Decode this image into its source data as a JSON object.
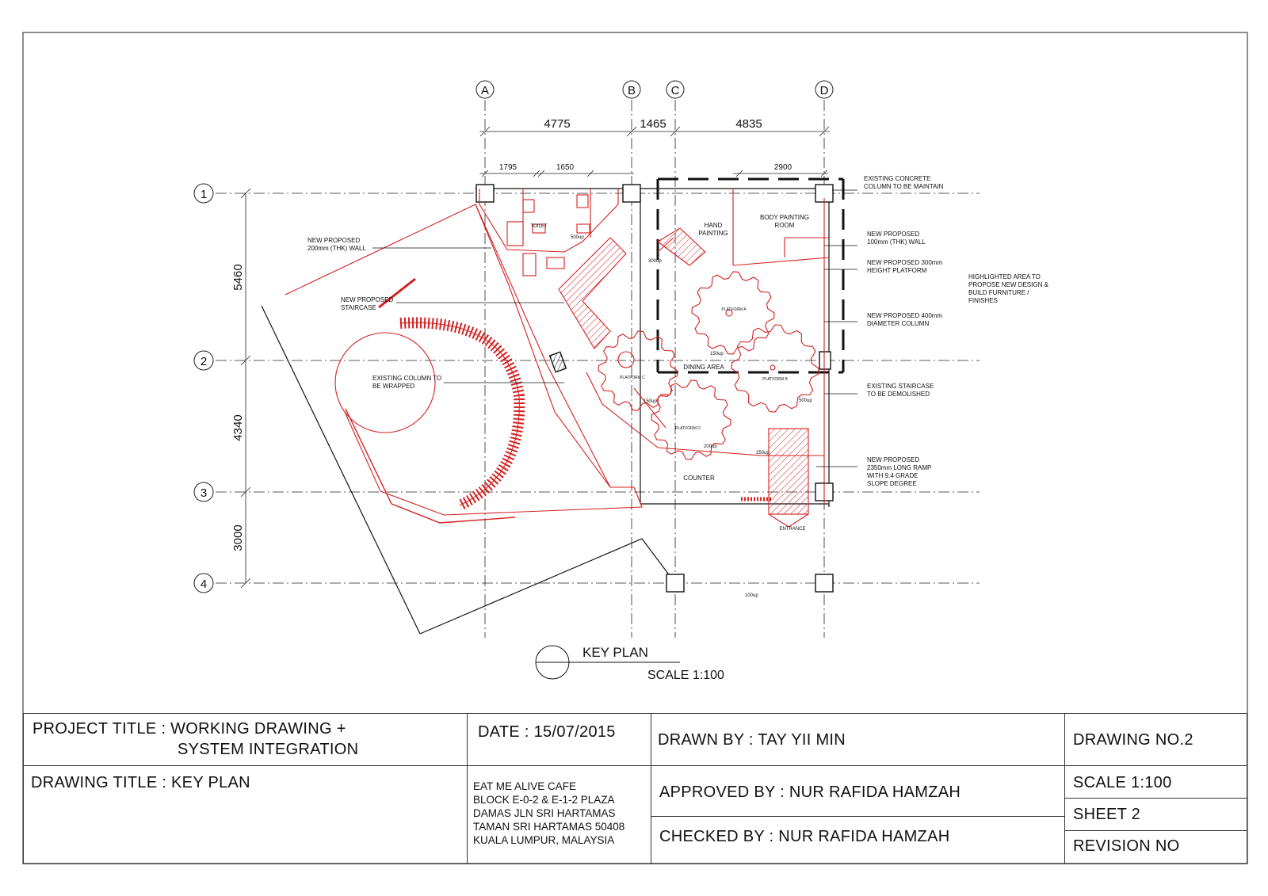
{
  "grid": {
    "columns": [
      "A",
      "B",
      "C",
      "D"
    ],
    "rows": [
      "1",
      "2",
      "3",
      "4"
    ],
    "top_dims": [
      "4775",
      "1465",
      "4835"
    ],
    "sub_dims": [
      "1795",
      "1650",
      "2900"
    ],
    "left_dims": [
      "5460",
      "4340",
      "3000"
    ]
  },
  "rooms": {
    "hand_painting": [
      "HAND",
      "PAINTING"
    ],
    "body_painting": [
      "BODY PAINTING",
      "ROOM"
    ],
    "dining_area": "DINING AREA",
    "counter": "COUNTER",
    "entrance": "ENTRANCE",
    "toilet": "TOILET",
    "platform_a": "PLATFORM A",
    "platform_b": "PLATFORM B",
    "platform_c": "PLATFORM C",
    "platform_d": "PLATFORM D"
  },
  "levels": [
    "500up",
    "300up",
    "150up",
    "500up",
    "150up",
    "200up",
    "250up",
    "100up"
  ],
  "annotations": {
    "existing_column": [
      "EXISTING CONCRETE",
      "COLUMN TO BE MAINTAIN"
    ],
    "new_wall_200": [
      "NEW PROPOSED",
      "200mm (THK) WALL"
    ],
    "new_staircase": [
      "NEW PROPOSED",
      "STAIRCASE"
    ],
    "existing_wrap": [
      "EXISTING COLUMN TO",
      "BE WRAPPED"
    ],
    "new_wall_100": [
      "NEW PROPOSED",
      "100mm (THK) WALL"
    ],
    "new_platform": [
      "NEW PROPOSED 300mm",
      "HEIGHT PLATFORM"
    ],
    "highlight": [
      "HIGHLIGHTED AREA TO",
      "PROPOSE NEW DESIGN &",
      "BUILD FURNITURE /",
      "FINISHES"
    ],
    "new_column": [
      "NEW PROPOSED 400mm",
      "DIAMETER COLUMN"
    ],
    "existing_stair": [
      "EXISTING STAIRCASE",
      "TO BE DEMOLISHED"
    ],
    "ramp": [
      "NEW PROPOSED",
      "2350mm LONG RAMP",
      "WITH 9.4 GRADE",
      "SLOPE DEGREE"
    ]
  },
  "key_plan": {
    "title": "KEY PLAN",
    "scale": "SCALE 1:100"
  },
  "title_block": {
    "project_title_label": "PROJECT TITLE : WORKING DRAWING +",
    "project_title_line2": "SYSTEM INTEGRATION",
    "date": "DATE : 15/07/2015",
    "drawn_by": "DRAWN BY : TAY YII MIN",
    "drawing_no": "DRAWING NO.2",
    "drawing_title": "DRAWING TITLE : KEY PLAN",
    "address": [
      "EAT ME ALIVE CAFE",
      "BLOCK E-0-2 & E-1-2 PLAZA",
      "DAMAS JLN SRI HARTAMAS",
      "TAMAN SRI HARTAMAS 50408",
      "KUALA LUMPUR, MALAYSIA"
    ],
    "approved_by": "APPROVED BY : NUR RAFIDA HAMZAH",
    "checked_by": "CHECKED BY : NUR RAFIDA HAMZAH",
    "scale": "SCALE 1:100",
    "sheet": "SHEET 2",
    "revision": "REVISION NO"
  },
  "colors": {
    "red": "#d42020",
    "black": "#111111",
    "frame": "#444444"
  }
}
